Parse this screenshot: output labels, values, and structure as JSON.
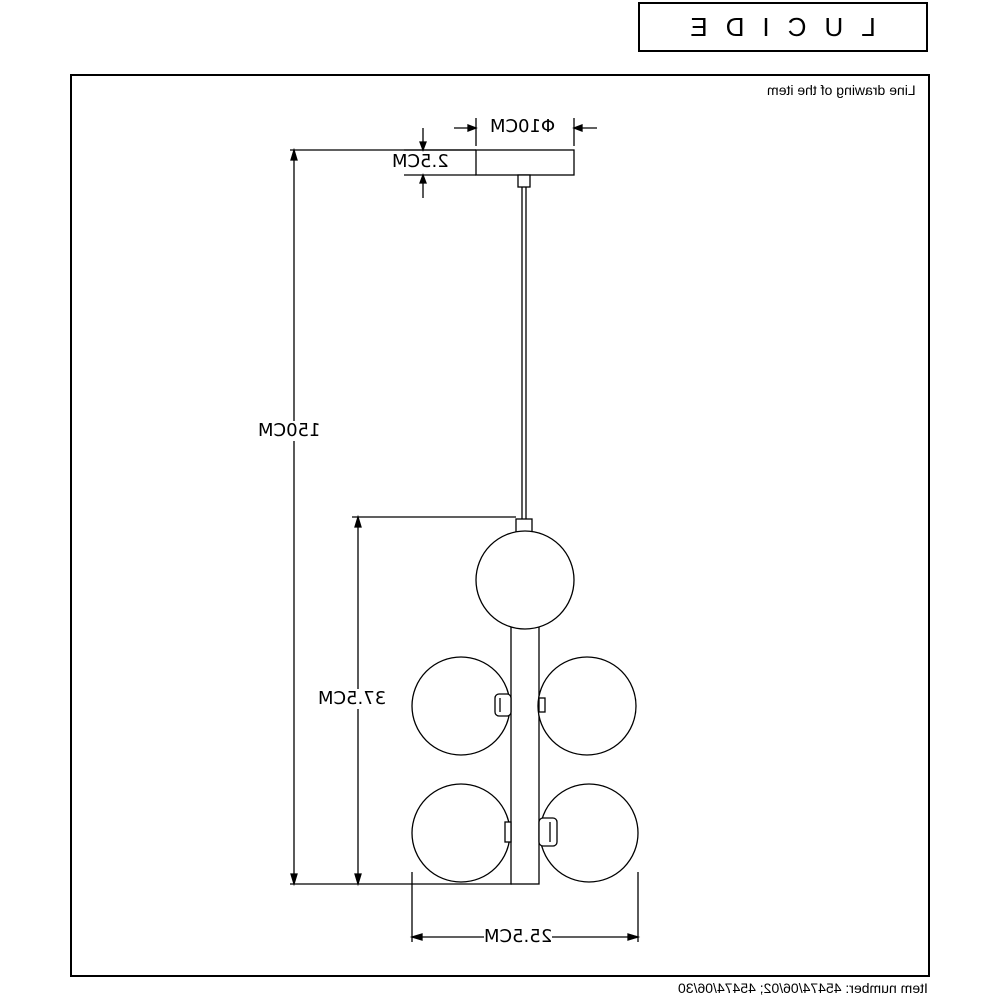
{
  "brand": {
    "text": "LUCIDE"
  },
  "drawing": {
    "caption": "Line drawing of the item",
    "item_number": "Item number: 45474/06/02; 45474/06/30"
  },
  "dimensions": {
    "canopy_diameter": "Φ10CM",
    "canopy_height": "2.5CM",
    "total_height": "150CM",
    "fixture_height": "37.5CM",
    "fixture_width": "25.5CM"
  }
}
